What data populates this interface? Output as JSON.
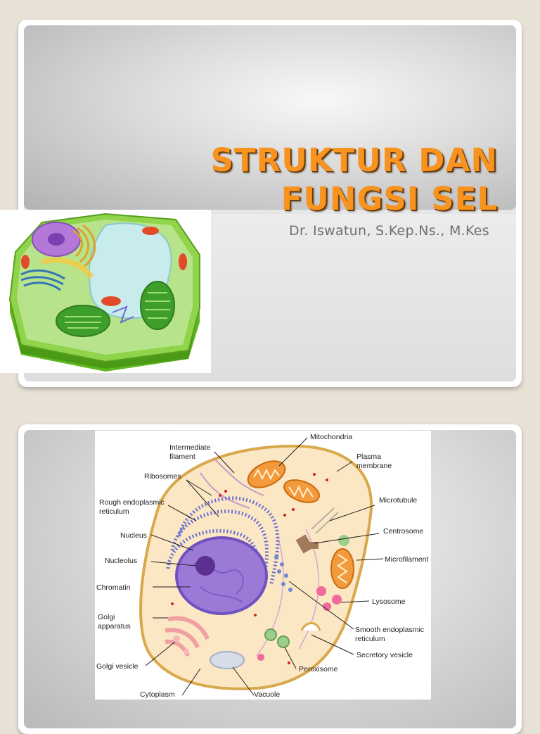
{
  "slide1": {
    "title_lines": [
      "STRUKTUR DAN",
      "FUNGSI SEL"
    ],
    "subtitle": "Dr. Iswatun, S.Kep.Ns., M.Kes",
    "image": "plant-cell-illustration"
  },
  "slide2": {
    "image": "animal-cell-diagram",
    "labels": {
      "mitochondria": "Mitochondria",
      "intermediate_filament": [
        "Intermediate",
        "filament"
      ],
      "plasma_membrane": [
        "Plasma",
        "membrane"
      ],
      "ribosomes": "Ribosomes",
      "rough_er": [
        "Rough endoplasmic",
        "reticulum"
      ],
      "microtubule": "Microtubule",
      "nucleus": "Nucleus",
      "centrosome": "Centrosome",
      "nucleolus": "Nucleolus",
      "microfilament": "Microfilament",
      "chromatin": "Chromatin",
      "lysosome": "Lysosome",
      "golgi_apparatus": [
        "Golgi",
        "apparatus"
      ],
      "smooth_er": [
        "Smooth endoplasmic",
        "reticulum"
      ],
      "secretory_vesicle": "Secretory vesicle",
      "golgi_vesicle": "Golgi vesicle",
      "peroxisome": "Peroxisome",
      "cytoplasm": "Cytoplasm",
      "vacuole": "Vacuole"
    }
  },
  "colors": {
    "title_orange": "#f7931e",
    "subtitle_gray": "#6f6f6f",
    "background": "#e8e1d6"
  }
}
